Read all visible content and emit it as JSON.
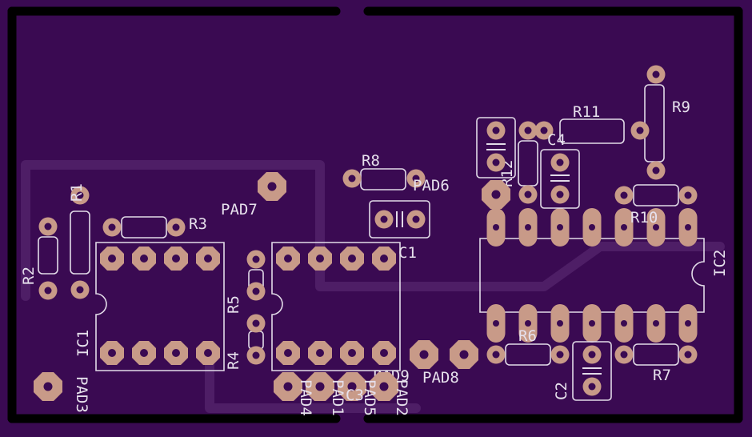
{
  "board": {
    "background": "#3a0a52",
    "edge_color": "#000000",
    "pad_color": "#c89a88",
    "silk_color": "#e6e0ec"
  },
  "labels": {
    "ic1": "IC1",
    "ic2": "IC2",
    "r1": "R1",
    "r2": "R2",
    "r3": "R3",
    "r4": "R4",
    "r5": "R5",
    "r6": "R6",
    "r7": "R7",
    "r8": "R8",
    "r9": "R9",
    "r10": "R10",
    "r11": "R11",
    "r12": "R12",
    "c1": "C1",
    "c2": "C2",
    "c3": "C3",
    "c4": "C4",
    "pad3": "PAD3",
    "pad6": "PAD6",
    "pad7": "PAD7",
    "pad8": "PAD8",
    "pad9": "PAD9",
    "pad_b1": "PAD4",
    "pad_b2": "PAD1",
    "pad_b3": "PAD5",
    "pad_b4": "PAD2"
  }
}
